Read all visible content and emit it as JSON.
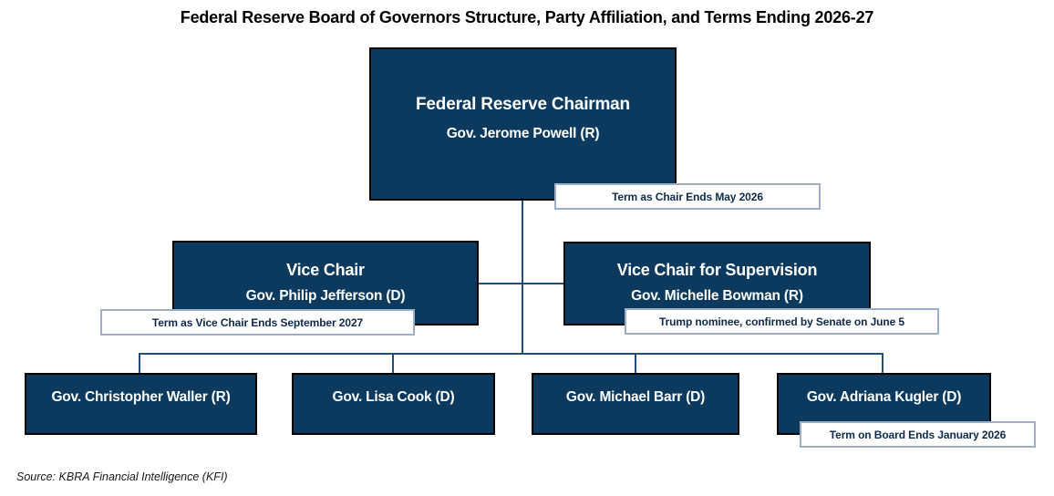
{
  "title": "Federal Reserve Board of Governors Structure, Party Affiliation, and Terms Ending 2026-27",
  "source": "Source: KBRA Financial Intelligence (KFI)",
  "colors": {
    "box_fill": "#0b3a5e",
    "box_border": "#000000",
    "box_text": "#ffffff",
    "connector": "#1f4e79",
    "note_border": "#9dafc4",
    "note_fill": "#ffffff",
    "note_text": "#0d2a4d"
  },
  "nodes": {
    "chairman": {
      "title": "Federal Reserve Chairman",
      "name": "Gov. Jerome Powell (R)"
    },
    "vice_chair": {
      "title": "Vice Chair",
      "name": "Gov. Philip Jefferson (D)"
    },
    "vice_chair_supervision": {
      "title": "Vice Chair for Supervision",
      "name": "Gov. Michelle Bowman (R)"
    },
    "governors": [
      "Gov. Christopher Waller (R)",
      "Gov. Lisa Cook (D)",
      "Gov. Michael Barr (D)",
      "Gov. Adriana Kugler (D)"
    ]
  },
  "notes": {
    "chairman": "Term as Chair Ends May 2026",
    "vice_chair": "Term as Vice Chair Ends September 2027",
    "vice_chair_supervision": "Trump nominee, confirmed by Senate on June 5",
    "kugler": "Term on Board Ends January 2026"
  }
}
